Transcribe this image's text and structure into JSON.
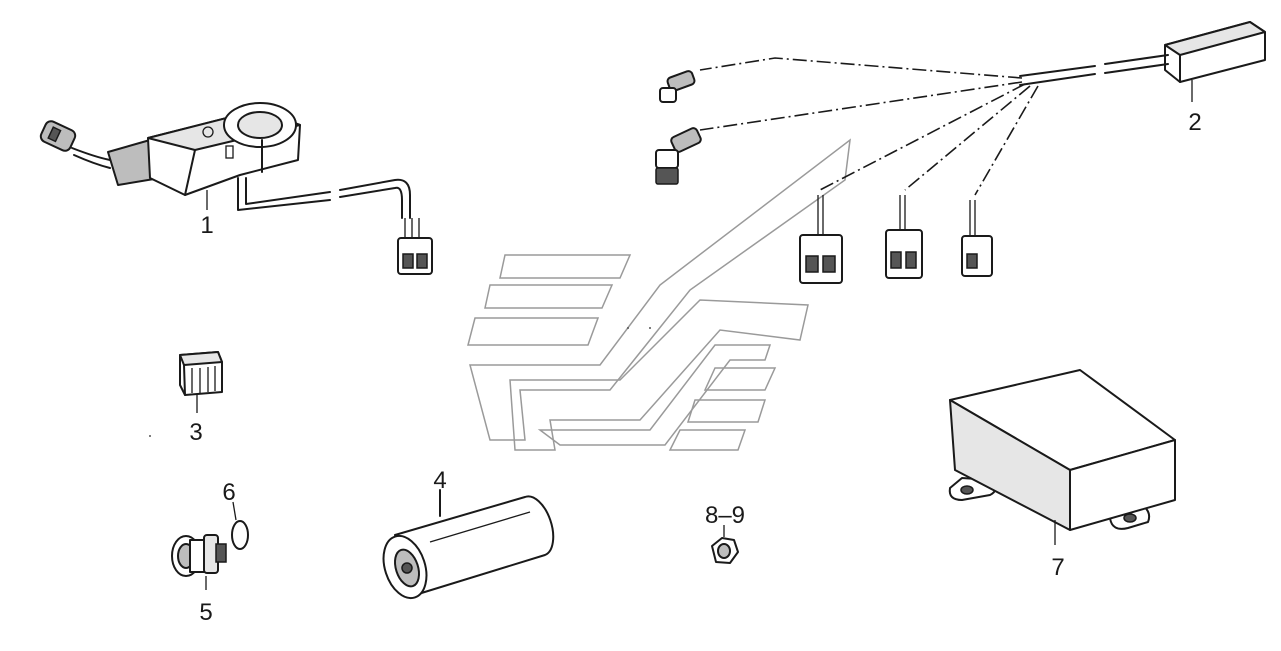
{
  "callouts": {
    "c1": "1",
    "c2": "2",
    "c3": "3",
    "c4": "4",
    "c5": "5",
    "c6": "6",
    "c7": "7",
    "c89": "8–9"
  }
}
